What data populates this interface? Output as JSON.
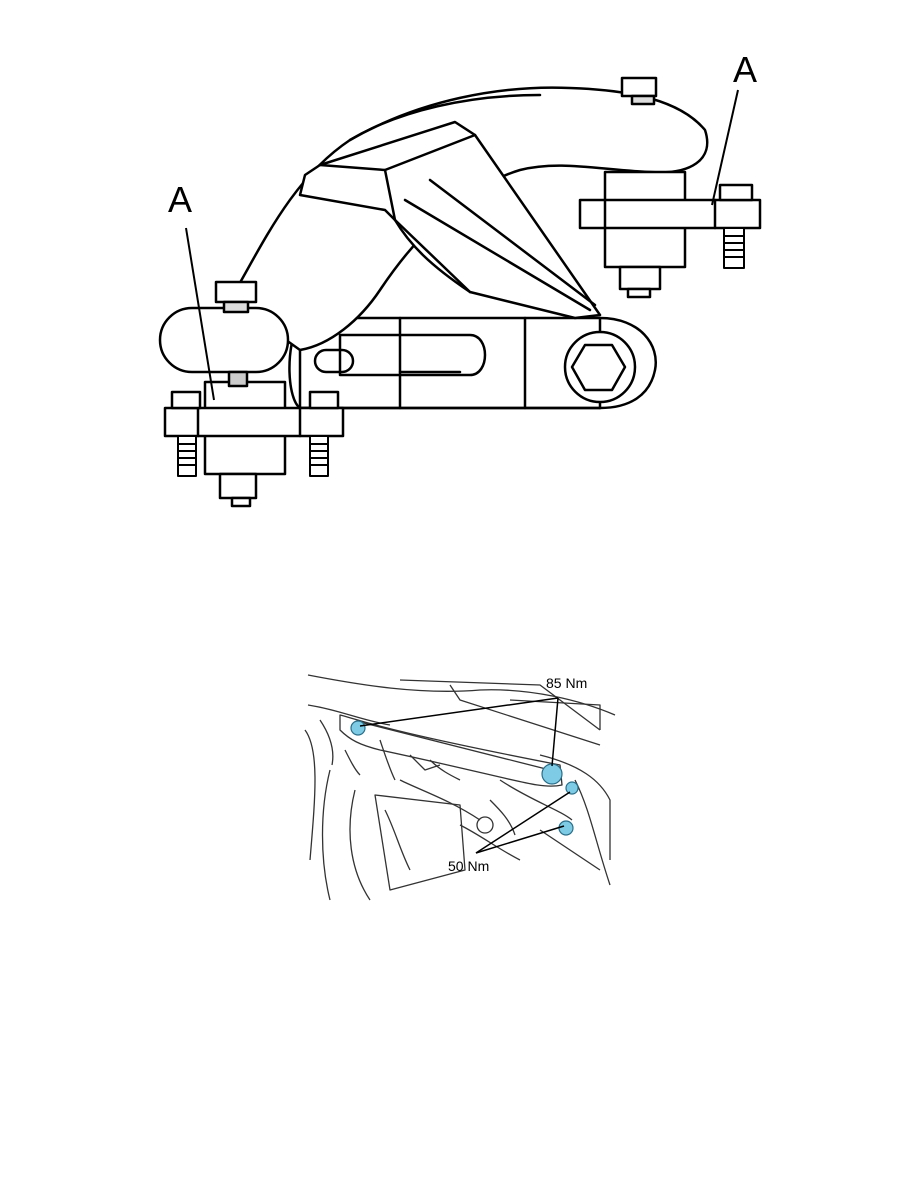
{
  "figure1": {
    "callout_left": "A",
    "callout_right": "A"
  },
  "figure2": {
    "torque_upper": "85 Nm",
    "torque_lower": "50 Nm",
    "accent_color": "#7ecbe6"
  }
}
